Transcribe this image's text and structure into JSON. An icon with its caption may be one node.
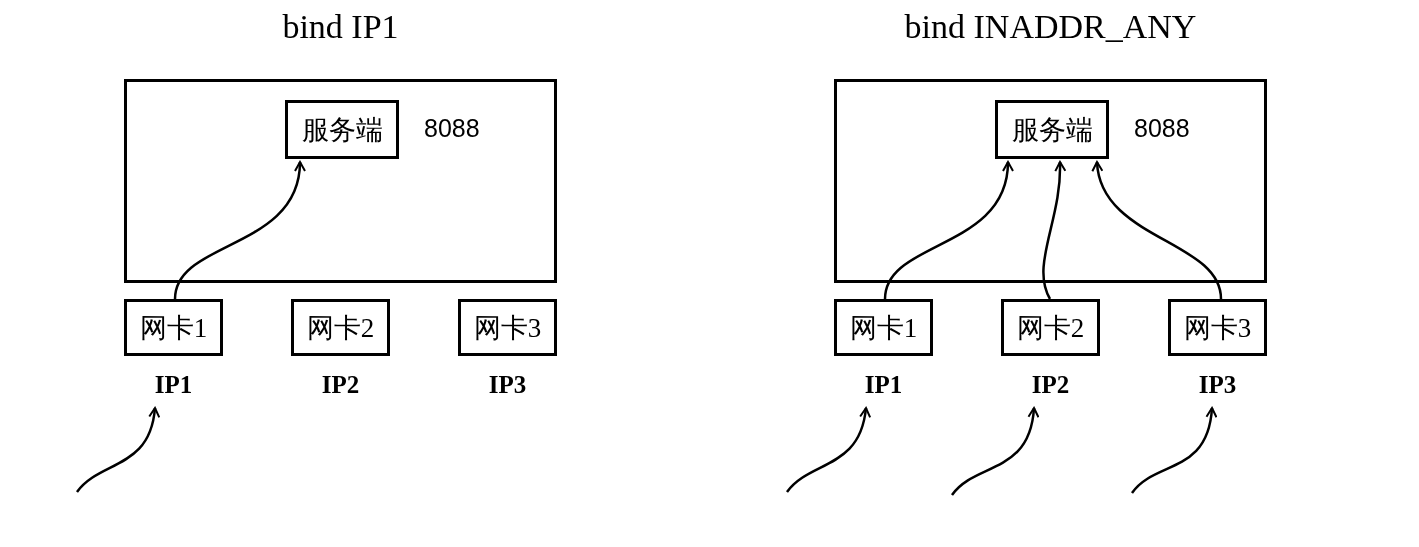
{
  "diagram": {
    "nodes": [
      {
        "text": [
          "bind IP1"
        ]
      },
      {
        "text": [
          "服务端"
        ],
        "beside": [
          "8088"
        ],
        "in": 0
      },
      {
        "text": [
          "网卡1"
        ],
        "beside": [
          "IP1"
        ]
      },
      {
        "text": [
          "网卡2"
        ],
        "beside": [
          "IP2"
        ]
      },
      {
        "text": [
          "网卡3"
        ],
        "beside": [
          "IP3"
        ]
      },
      {
        "text": [
          "bind INADDR_ANY"
        ]
      },
      {
        "text": [
          "服务端"
        ],
        "beside": [
          "8088"
        ],
        "in": 5
      },
      {
        "text": [
          "网卡1"
        ],
        "beside": [
          "IP1"
        ]
      },
      {
        "text": [
          "网卡2"
        ],
        "beside": [
          "IP2"
        ]
      },
      {
        "text": [
          "网卡3"
        ],
        "beside": [
          "IP3"
        ]
      }
    ],
    "edges": [
      {
        "from": null,
        "to": 2,
        "arrow": "to"
      },
      {
        "from": 2,
        "to": 1,
        "arrow": "to"
      },
      {
        "from": null,
        "to": 7,
        "arrow": "to"
      },
      {
        "from": null,
        "to": 8,
        "arrow": "to"
      },
      {
        "from": null,
        "to": 9,
        "arrow": "to"
      },
      {
        "from": 7,
        "to": 6,
        "arrow": "to"
      },
      {
        "from": 8,
        "to": 6,
        "arrow": "to"
      },
      {
        "from": 9,
        "to": 6,
        "arrow": "to"
      }
    ]
  }
}
